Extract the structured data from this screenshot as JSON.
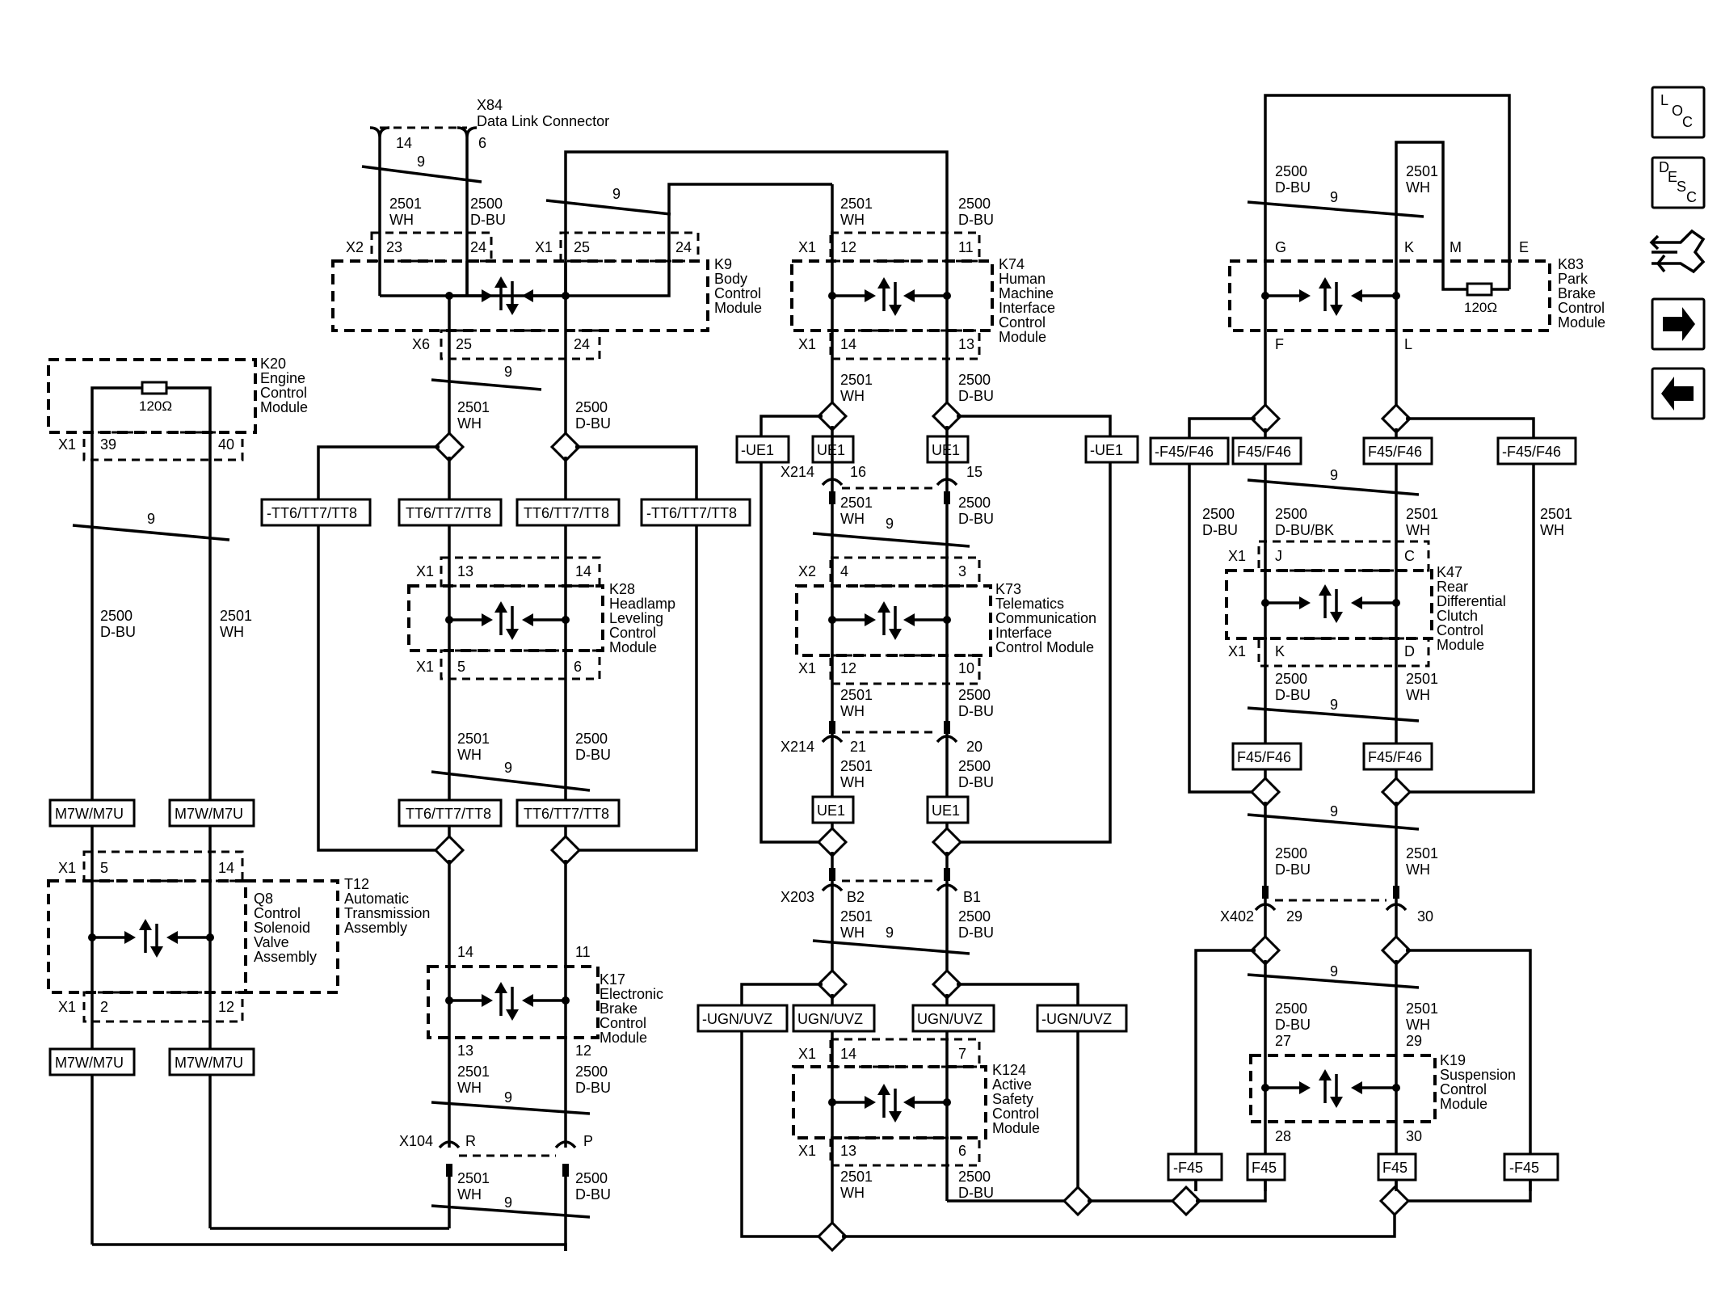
{
  "colors": {
    "line": "#000000",
    "background": "#ffffff"
  },
  "nav": {
    "loc": [
      "L",
      "O",
      "C"
    ],
    "desc": [
      "D",
      "E",
      "S",
      "C"
    ],
    "icons": [
      "connector-view-icon",
      "forward-arrow-icon",
      "back-arrow-icon"
    ]
  },
  "wires": {
    "w2500": "2500",
    "w2501": "2501",
    "dbu": "D-BU",
    "wh": "WH",
    "dbubk": "D-BU/BK",
    "twist": "9"
  },
  "modules": {
    "x84": {
      "id": "X84",
      "name": "Data Link Connector",
      "pins": [
        "14",
        "6"
      ]
    },
    "k9": {
      "id": "K9",
      "lines": [
        "Body",
        "Control",
        "Module"
      ],
      "conn": [
        "X2",
        "X1",
        "X6"
      ],
      "pins": [
        "23",
        "24",
        "25",
        "24",
        "25",
        "24"
      ]
    },
    "k20": {
      "id": "K20",
      "lines": [
        "Engine",
        "Control",
        "Module"
      ],
      "conn": "X1",
      "pins": [
        "39",
        "40"
      ],
      "res": "120Ω"
    },
    "k74": {
      "id": "K74",
      "lines": [
        "Human",
        "Machine",
        "Interface",
        "Control",
        "Module"
      ],
      "conn": [
        "X1",
        "X1"
      ],
      "pins": [
        "12",
        "11",
        "14",
        "13"
      ]
    },
    "k83": {
      "id": "K83",
      "lines": [
        "Park",
        "Brake",
        "Control",
        "Module"
      ],
      "pins": [
        "G",
        "K",
        "M",
        "E",
        "F",
        "L"
      ],
      "res": "120Ω"
    },
    "k28": {
      "id": "K28",
      "lines": [
        "Headlamp",
        "Leveling",
        "Control",
        "Module"
      ],
      "conn": [
        "X1",
        "X1"
      ],
      "pins": [
        "13",
        "14",
        "5",
        "6"
      ]
    },
    "k73": {
      "id": "K73",
      "lines": [
        "Telematics",
        "Communication",
        "Interface",
        "Control Module"
      ],
      "conn": [
        "X2",
        "X1"
      ],
      "pins": [
        "4",
        "3",
        "12",
        "10"
      ]
    },
    "k47": {
      "id": "K47",
      "lines": [
        "Rear",
        "Differential",
        "Clutch",
        "Control",
        "Module"
      ],
      "conn": [
        "X1",
        "X1"
      ],
      "pins": [
        "J",
        "C",
        "K",
        "D"
      ]
    },
    "q8": {
      "id": "Q8",
      "lines": [
        "Control",
        "Solenoid",
        "Valve",
        "Assembly"
      ],
      "conn": [
        "X1",
        "X1"
      ],
      "pins": [
        "5",
        "14",
        "2",
        "12"
      ]
    },
    "t12": {
      "id": "T12",
      "lines": [
        "Automatic",
        "Transmission",
        "Assembly"
      ]
    },
    "k17": {
      "id": "K17",
      "lines": [
        "Electronic",
        "Brake",
        "Control",
        "Module"
      ],
      "pins": [
        "14",
        "11",
        "13",
        "12"
      ]
    },
    "k124": {
      "id": "K124",
      "lines": [
        "Active",
        "Safety",
        "Control",
        "Module"
      ],
      "conn": [
        "X1",
        "X1"
      ],
      "pins": [
        "14",
        "7",
        "13",
        "6"
      ]
    },
    "k19": {
      "id": "K19",
      "lines": [
        "Suspension",
        "Control",
        "Module"
      ],
      "pins": [
        "27",
        "29",
        "28",
        "30"
      ]
    }
  },
  "inline_connectors": {
    "x214a": {
      "id": "X214",
      "pins": [
        "16",
        "15"
      ]
    },
    "x214b": {
      "id": "X214",
      "pins": [
        "21",
        "20"
      ]
    },
    "x203": {
      "id": "X203",
      "pins": [
        "B2",
        "B1"
      ]
    },
    "x402": {
      "id": "X402",
      "pins": [
        "29",
        "30"
      ]
    },
    "x104": {
      "id": "X104",
      "pins": [
        "R",
        "P"
      ]
    }
  },
  "options": {
    "ntt": "-TT6/TT7/TT8",
    "tt": "TT6/TT7/TT8",
    "nue1": "-UE1",
    "ue1": "UE1",
    "nf4546": "-F45/F46",
    "f4546": "F45/F46",
    "m7w": "M7W/M7U",
    "nugn": "-UGN/UVZ",
    "ugn": "UGN/UVZ",
    "nf45": "-F45",
    "f45": "F45"
  }
}
